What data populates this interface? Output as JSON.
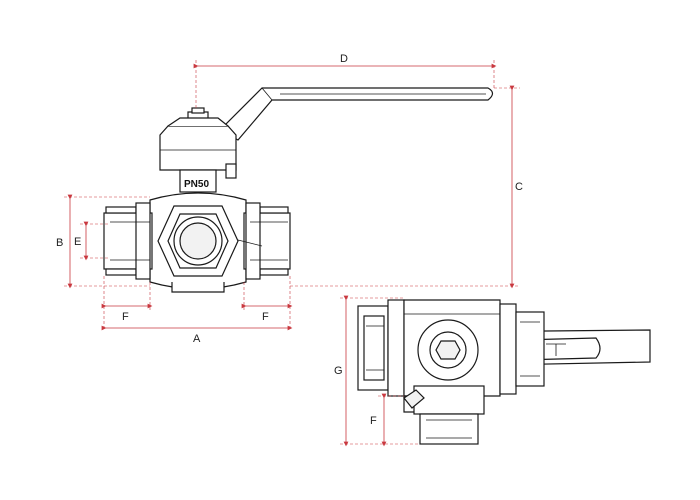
{
  "drawing": {
    "marking": "PN50",
    "dimensions": {
      "a": "A",
      "b": "B",
      "c": "C",
      "d": "D",
      "e": "E",
      "f_left": "F",
      "f_right": "F",
      "f_side": "F",
      "g": "G"
    },
    "colors": {
      "dimension_line": "#c9383f",
      "outline": "#1a1a1a",
      "background": "#ffffff"
    }
  }
}
